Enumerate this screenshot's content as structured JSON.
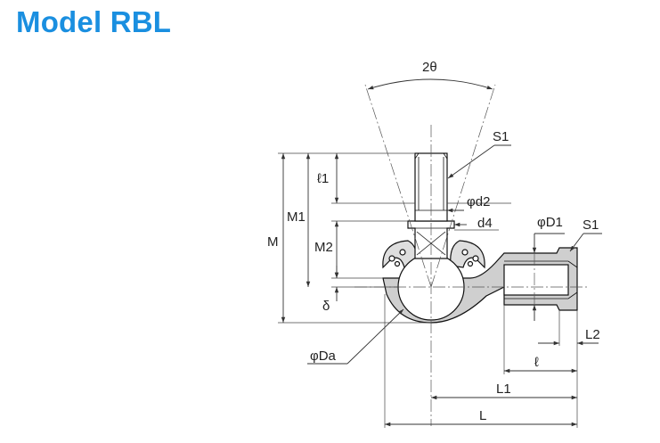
{
  "title": "Model RBL",
  "labels": {
    "angle": "2θ",
    "s1_top": "S1",
    "l1": "ℓ1",
    "phi_d2": "φd2",
    "d4": "d4",
    "m1": "M1",
    "m": "M",
    "m2": "M2",
    "delta": "δ",
    "phi_da": "φDa",
    "phi_d1": "φD1",
    "s1_right": "S1",
    "l2": "L2",
    "l_small": "ℓ",
    "l1_big": "L1",
    "l_big": "L"
  }
}
